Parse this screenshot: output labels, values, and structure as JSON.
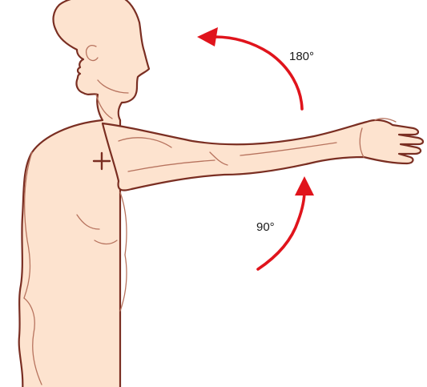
{
  "figure": {
    "labels": {
      "upper_angle": "180°",
      "lower_angle": "90°"
    },
    "colors": {
      "skin": "#fde3cf",
      "skin_shadow": "#f3c8a7",
      "outline": "#7a2e22",
      "crease": "#b7735e",
      "arrow": "#e0141c",
      "marker": "#7a2e22"
    },
    "marker": "shoulder-joint-cross"
  }
}
